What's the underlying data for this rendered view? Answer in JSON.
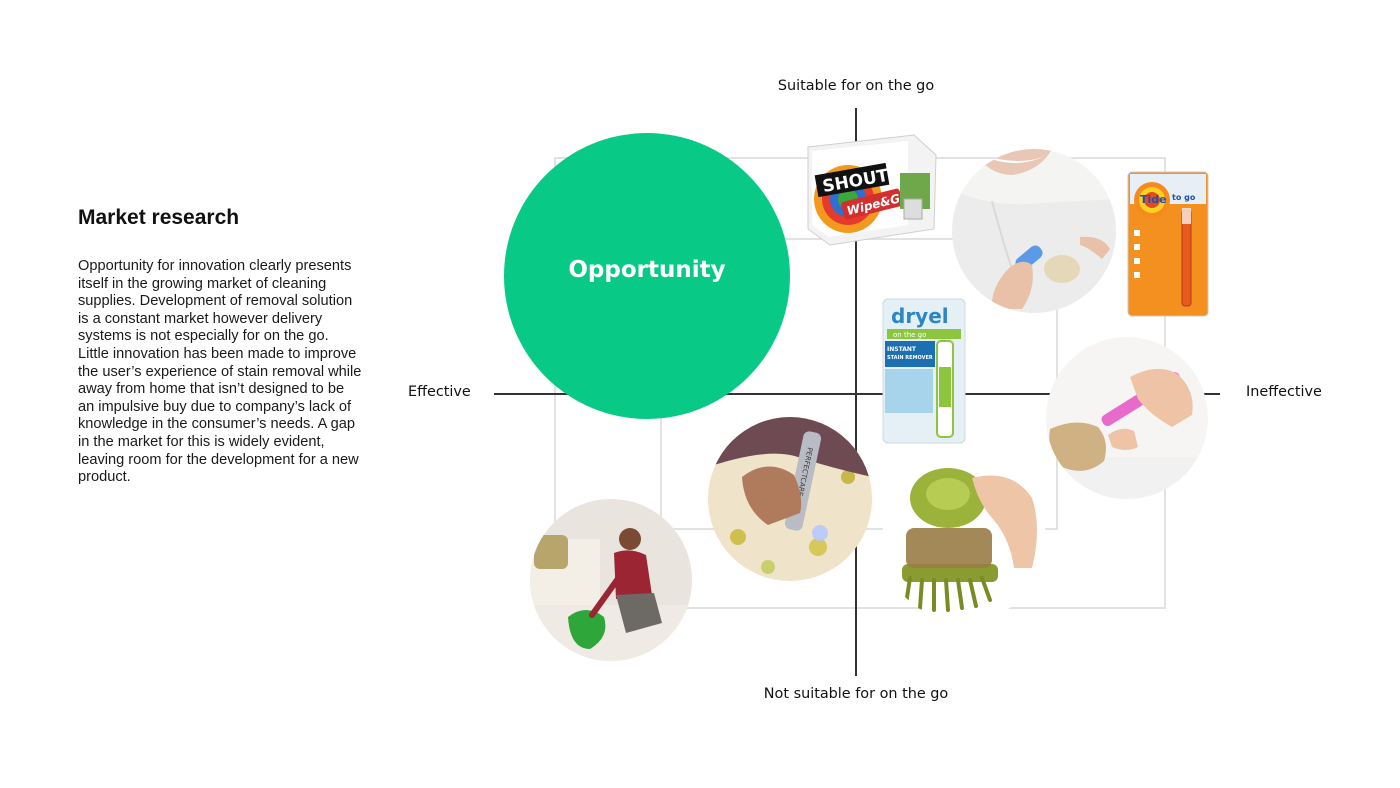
{
  "sidebar": {
    "heading": "Market research",
    "body": "Opportunity for innovation clearly presents itself in the growing market of cleaning supplies. Development of removal solution is a constant market however delivery systems is not especially for on the go. Little innovation has been made to improve the user’s experience of stain removal while away from home that isn’t designed to be an impulsive buy due to company’s lack of knowledge in the consumer’s needs. A gap in the market for this is widely evident, leaving room for the development for a new product."
  },
  "axes": {
    "top": "Suitable for on the go",
    "bottom": "Not suitable for on the go",
    "left": "Effective",
    "right": "Ineffective"
  },
  "opportunity": {
    "label": "Opportunity",
    "color": "#08c986"
  },
  "products": {
    "shout": {
      "brand": "SHOUT",
      "sub": "Wipe&Go"
    },
    "tide": {
      "brand": "Tide",
      "sub": "to go"
    },
    "dryel": {
      "brand": "dryel",
      "sub": "on the go",
      "line1": "INSTANT",
      "line2": "STAIN REMOVER"
    },
    "pen": {
      "brand": "PERFECTCARE"
    }
  }
}
